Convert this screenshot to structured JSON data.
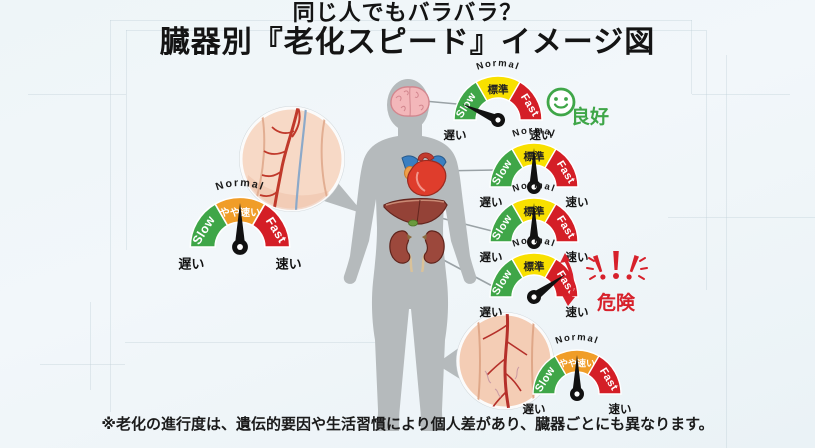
{
  "title": {
    "line1": "同じ人でもバラバラ？",
    "line2": "臓器別『老化スピード』イメージ図"
  },
  "footnote": "※老化の進行度は、遺伝的要因や生活習慣により個人差があり、臓器ごとにも異なります。",
  "legend": {
    "normal": "Normal",
    "slow": "Slow",
    "fast": "Fast",
    "slow_jp": "遅い",
    "fast_jp": "速い"
  },
  "statuses": {
    "good": "良好",
    "danger": "危険"
  },
  "gauges": [
    {
      "organ": "brain",
      "middle": "標準",
      "reading": "slow",
      "needle_deg": -66
    },
    {
      "organ": "heart",
      "middle": "標準",
      "reading": "normal",
      "needle_deg": 0
    },
    {
      "organ": "liver",
      "middle": "標準",
      "reading": "normal",
      "needle_deg": 0
    },
    {
      "organ": "kidney",
      "middle": "標準",
      "reading": "fast",
      "needle_deg": 54
    },
    {
      "organ": "arm-vessels",
      "middle": "やや速い",
      "reading": "slightly-fast",
      "needle_deg": 0
    },
    {
      "organ": "leg-vessels",
      "middle": "やや速い",
      "reading": "slightly-fast",
      "needle_deg": 0
    }
  ],
  "colors": {
    "slow_green": "#3fa648",
    "normal_yellow": "#f8e000",
    "slightly_fast_orange": "#f09d28",
    "fast_red": "#d41e26",
    "good_green": "#3fa648",
    "danger_red": "#d7212b",
    "body_gray": "#b5babc",
    "background": "#eff5f8"
  }
}
